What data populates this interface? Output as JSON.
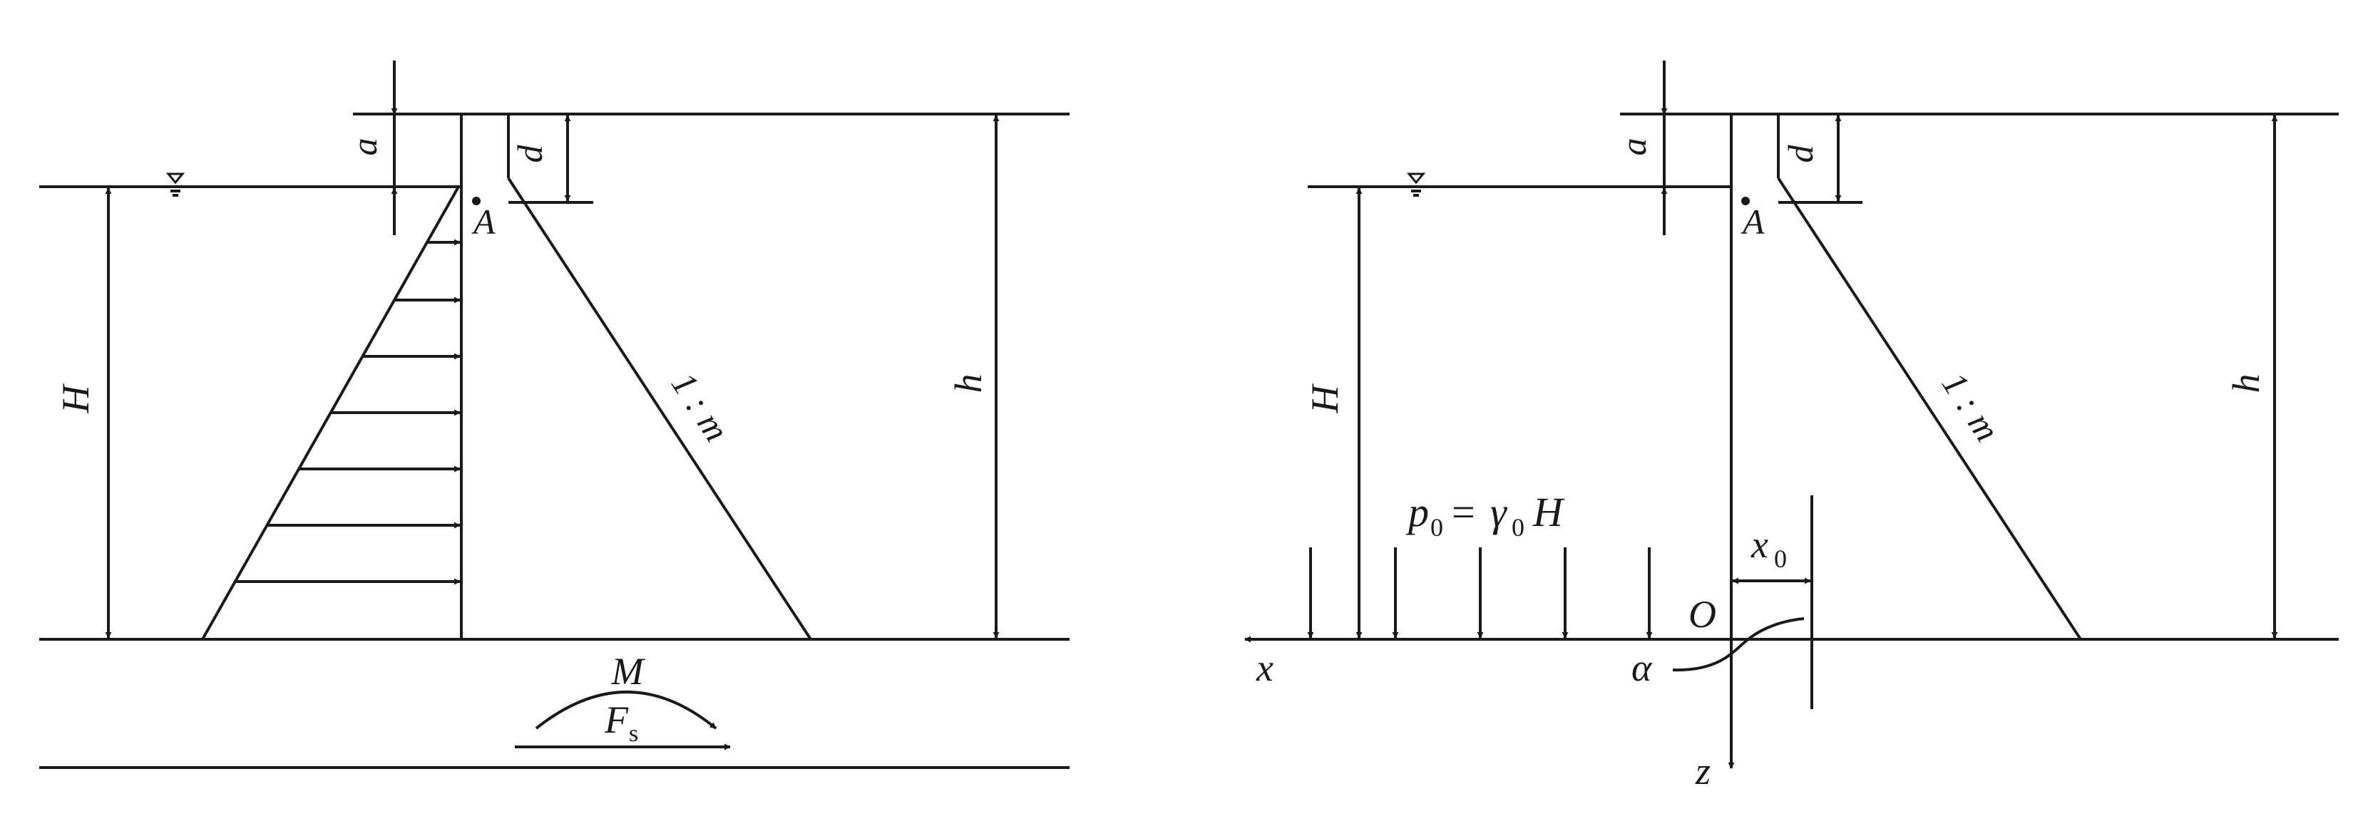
{
  "left_figure": {
    "label_a": "a",
    "label_d": "d",
    "label_A": "A",
    "label_H": "H",
    "label_h": "h",
    "slope_label": "1 : m",
    "moment_label": "M",
    "force_label_main": "F",
    "force_label_sub": "s"
  },
  "right_figure": {
    "label_a": "a",
    "label_d": "d",
    "label_A": "A",
    "label_H": "H",
    "label_h": "h",
    "slope_label": "1 : m",
    "pressure_p": "p",
    "pressure_p_sub": "0",
    "pressure_eq": "=",
    "pressure_gamma": "γ",
    "pressure_gamma_sub": "0",
    "pressure_H": "H",
    "x0_main": "x",
    "x0_sub": "0",
    "origin_label": "O",
    "axis_x_label": "x",
    "axis_z_label": "z",
    "angle_label": "α"
  },
  "colors": {
    "ink": "#1a1a1a",
    "background": "#ffffff"
  }
}
